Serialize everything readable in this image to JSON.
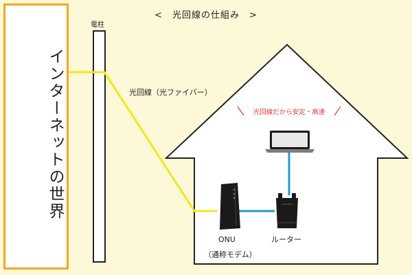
{
  "diagram": {
    "title": "<　光回線の仕組み　>",
    "internet_label": "インターネットの世界",
    "pole_label": "電柱",
    "fiber_label": "光回線（光ファイバー）",
    "stable_label": "光回線だから安定・高速",
    "onu_label": "ONU",
    "onu_sub_label": "（通称モデム）",
    "router_label": "ルーター"
  },
  "colors": {
    "background": "#fdf8d8",
    "internet_border": "#f5a623",
    "fiber_line": "#f5e61c",
    "lan_line": "#1e9ad6",
    "accent_red": "#e8383d",
    "device_black": "#1a1a1a"
  }
}
